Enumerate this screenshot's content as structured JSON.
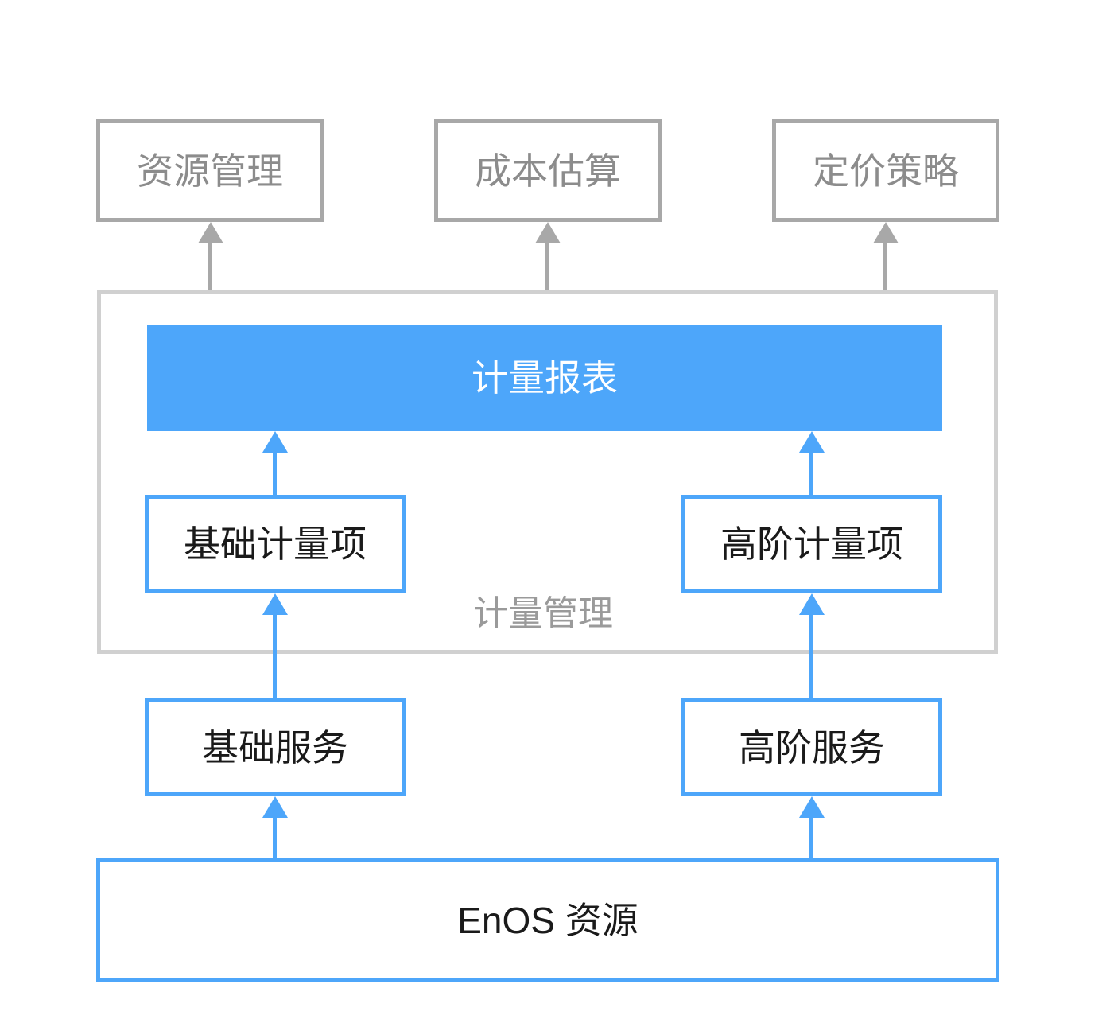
{
  "diagram": {
    "title_text_present": false,
    "colors": {
      "accent_blue": "#4da6fa",
      "grey_border": "#a8a8a8",
      "container_border": "#d0d0d0",
      "grey_text": "#8c8c8c",
      "dark_text": "#1a1a1a",
      "white": "#ffffff"
    },
    "top_boxes": [
      {
        "label": "资源管理"
      },
      {
        "label": "成本估算"
      },
      {
        "label": "定价策略"
      }
    ],
    "container": {
      "label": "计量管理",
      "banner": {
        "label": "计量报表"
      },
      "items": [
        {
          "label": "基础计量项"
        },
        {
          "label": "高阶计量项"
        }
      ]
    },
    "services": [
      {
        "label": "基础服务"
      },
      {
        "label": "高阶服务"
      }
    ],
    "foundation": {
      "label": "EnOS 资源"
    },
    "connectors": [
      {
        "name": "banner-to-resource-management",
        "color": "#a8a8a8"
      },
      {
        "name": "banner-to-cost-estimation",
        "color": "#a8a8a8"
      },
      {
        "name": "banner-to-pricing-strategy",
        "color": "#a8a8a8"
      },
      {
        "name": "basic-metering-to-banner",
        "color": "#4da6fa"
      },
      {
        "name": "advanced-metering-to-banner",
        "color": "#4da6fa"
      },
      {
        "name": "basic-service-to-basic-metering",
        "color": "#4da6fa"
      },
      {
        "name": "advanced-service-to-advanced-metering",
        "color": "#4da6fa"
      },
      {
        "name": "enos-to-basic-service",
        "color": "#4da6fa"
      },
      {
        "name": "enos-to-advanced-service",
        "color": "#4da6fa"
      }
    ]
  }
}
